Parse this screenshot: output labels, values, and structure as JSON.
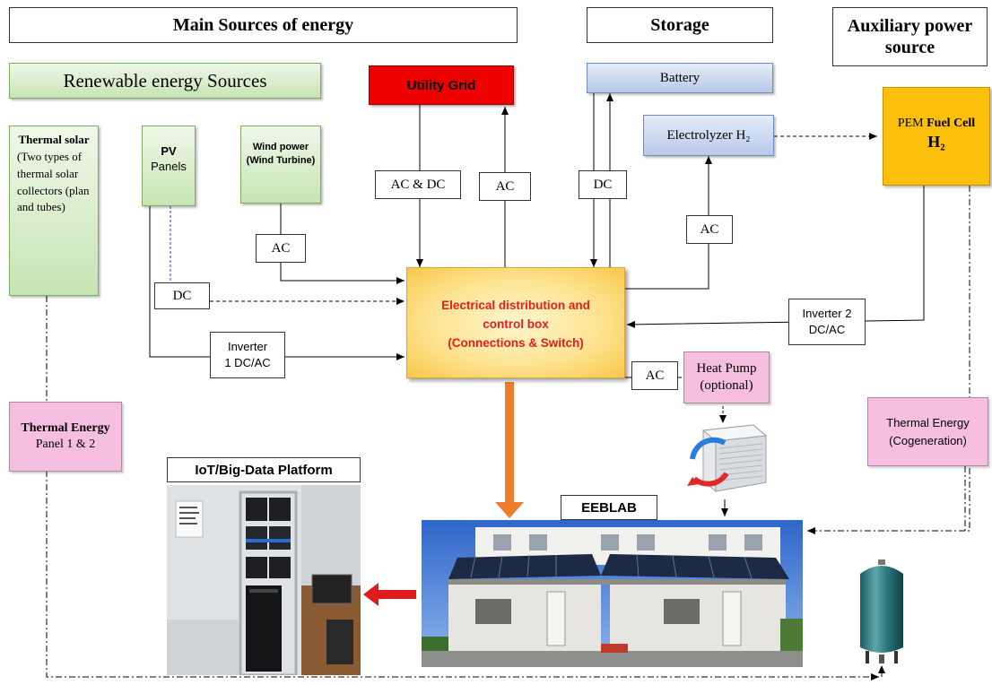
{
  "headers": {
    "main_sources": "Main Sources of energy",
    "storage": "Storage",
    "auxiliary": "Auxiliary power source"
  },
  "renewable_title": "Renewable energy Sources",
  "thermal_solar": {
    "title": "Thermal solar",
    "desc": "(Two types of thermal solar collectors (plan and tubes)"
  },
  "pv": {
    "title": "PV",
    "desc": "Panels"
  },
  "wind": {
    "title": "Wind power",
    "desc": "(Wind Turbine)"
  },
  "utility_grid": "Utility Grid",
  "battery": "Battery",
  "electrolyzer": "Electrolyzer H₂",
  "fuel_cell": {
    "prefix": "PEM ",
    "bold": "Fuel Cell",
    "h2": "H₂"
  },
  "labels": {
    "ac_dc": "AC & DC",
    "ac_grid_out": "AC",
    "dc_battery": "DC",
    "ac_electrolyzer": "AC",
    "ac_wind": "AC",
    "dc_pv": "DC",
    "inverter1": "Inverter 1 DC/AC",
    "inverter2": "Inverter 2 DC/AC",
    "ac_heatpump": "AC"
  },
  "control_box": {
    "line1": "Electrical distribution and control box",
    "line2": "(Connections & Switch)"
  },
  "heat_pump": "Heat Pump (optional)",
  "thermal_energy_panel": {
    "title": "Thermal Energy",
    "desc": "Panel 1 & 2"
  },
  "thermal_energy_cogen": "Thermal Energy (Cogeneration)",
  "iot_title": "IoT/Big-Data Platform",
  "eeblab_title": "EEBLAB",
  "colors": {
    "utility_red": "#ee0000",
    "fuel_cell_orange": "#fbbf0c",
    "control_red": "#e81e1e",
    "arrow_orange": "#ef7d2e"
  },
  "icons": [
    "heat-pump-icon",
    "water-tank-icon",
    "building-photo",
    "server-rack-photo"
  ]
}
